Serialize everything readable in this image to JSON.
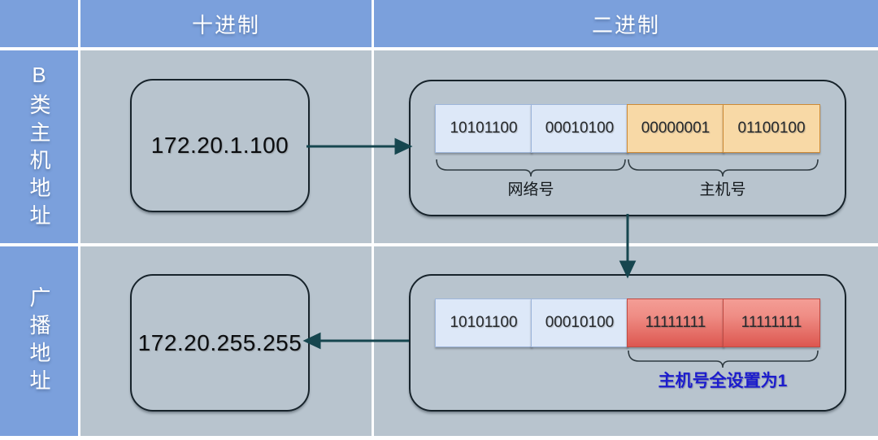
{
  "header": {
    "decimal_label": "十进制",
    "binary_label": "二进制"
  },
  "rows": [
    {
      "row_label": "B类主机地址",
      "decimal": "172.20.1.100",
      "octets": [
        "10101100",
        "00010100",
        "00000001",
        "01100100"
      ],
      "network_label": "网络号",
      "host_label": "主机号"
    },
    {
      "row_label": "广播地址",
      "decimal": "172.20.255.255",
      "octets": [
        "10101100",
        "00010100",
        "11111111",
        "11111111"
      ],
      "annotation": "主机号全设置为1"
    }
  ],
  "colors": {
    "header_blue": "#7ba0dc",
    "panel_gray": "#b8c4ce",
    "network_cell_blue": "#dde8f8",
    "host_cell_orange": "#f8d9a6",
    "host_cell_red_top": "#f49d95",
    "host_cell_red_bottom": "#dd5750",
    "box_border": "#17232b",
    "connector_teal": "#16464f",
    "annotation_blue": "#1c1ccd"
  }
}
